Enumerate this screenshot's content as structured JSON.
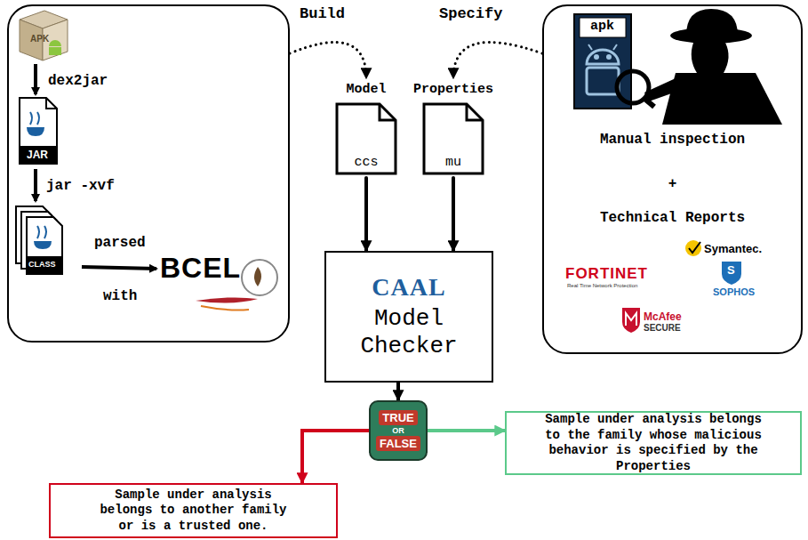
{
  "diagram": {
    "nodes": [
      {
        "text": [
          "dex2jar",
          "jar -xvf",
          "parsed",
          "with"
        ]
      },
      {
        "text": [
          "Manual inspection",
          "+",
          "Technical Reports"
        ]
      },
      {
        "text": [
          "Model",
          "ccs"
        ]
      },
      {
        "text": [
          "Properties",
          "mu"
        ]
      },
      {
        "text": [
          "CAAL",
          "Model Checker"
        ]
      },
      {
        "text": [
          "TRUE",
          "OR",
          "FALSE"
        ]
      },
      {
        "text": [
          "Sample under analysis belongs to another family or is a trusted one."
        ]
      },
      {
        "text": [
          "Sample under analysis belongs to the family whose malicious behavior is specified by the Properties"
        ]
      }
    ],
    "edges": [
      {
        "from": 0,
        "to": 2,
        "arrow": "to",
        "label": "Build"
      },
      {
        "from": 1,
        "to": 3,
        "arrow": "to",
        "label": "Specify"
      },
      {
        "from": 2,
        "to": 4,
        "arrow": "to"
      },
      {
        "from": 3,
        "to": 4,
        "arrow": "to"
      },
      {
        "from": 4,
        "to": 5,
        "arrow": "to"
      },
      {
        "from": 5,
        "to": 6,
        "arrow": "to"
      },
      {
        "from": 5,
        "to": 7,
        "arrow": "to"
      }
    ],
    "labels": [
      "APK",
      "JAR",
      "CLASS",
      "BCEL",
      "apk",
      "Symantec.",
      "FORTINET",
      "Real Time Network Protection",
      "S",
      "SOPHOS",
      "McAfee",
      "SECURE"
    ]
  }
}
